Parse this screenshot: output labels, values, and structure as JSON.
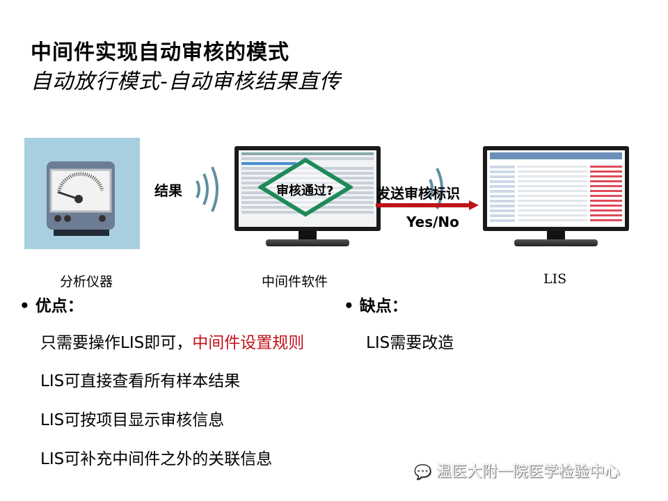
{
  "title": "中间件实现自动审核的模式",
  "subtitle": "自动放行模式-自动审核结果直传",
  "diagram": {
    "device_caption": "分析仪器",
    "middleware_caption": "中间件软件",
    "lis_caption": "LIS",
    "result_label": "结果",
    "decision_label": "审核通过?",
    "send_label": "发送审核标识",
    "yes_no_label": "Yes/No",
    "colors": {
      "device_bg": "#a7cfe0",
      "diamond": "#1e8a5a",
      "arrow": "#c0121b",
      "waves": "#5f8fa0"
    }
  },
  "pros": {
    "heading": "优点：",
    "items": [
      {
        "text": "只需要操作LIS即可，",
        "highlight": "中间件设置规则"
      },
      {
        "text": "LIS可直接查看所有样本结果"
      },
      {
        "text": "LIS可按项目显示审核信息"
      },
      {
        "text": "LIS可补充中间件之外的关联信息"
      }
    ]
  },
  "cons": {
    "heading": "缺点：",
    "items": [
      {
        "text": "LIS需要改造"
      }
    ]
  },
  "watermark": "温医大附一院医学检验中心"
}
